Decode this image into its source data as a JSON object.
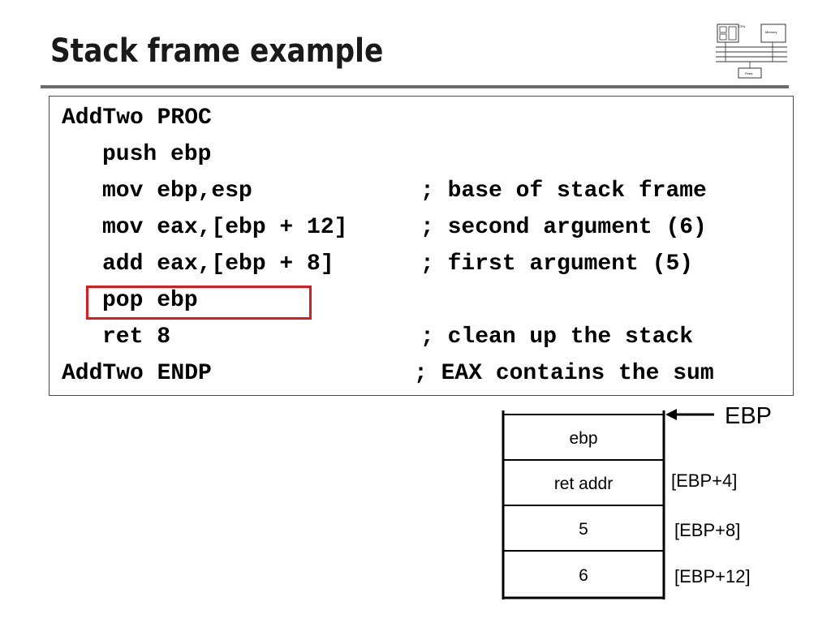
{
  "slide": {
    "title": "Stack frame example"
  },
  "code": {
    "lines": [
      {
        "text": "AddTwo PROC",
        "comment": ""
      },
      {
        "text": "push ebp",
        "comment": ""
      },
      {
        "text": "mov ebp,esp",
        "comment": "; base of stack frame"
      },
      {
        "text": "mov eax,[ebp + 12]",
        "comment": "; second argument (6)"
      },
      {
        "text": "add eax,[ebp + 8]",
        "comment": "; first argument (5)"
      },
      {
        "text": "pop ebp",
        "comment": ""
      },
      {
        "text": "ret 8",
        "comment": "; clean up the stack"
      },
      {
        "text": "AddTwo ENDP",
        "comment": "; EAX contains the sum"
      }
    ],
    "highlighted_line": "pop ebp",
    "highlight_color": "#e0191c"
  },
  "stack": {
    "pointer_label": "EBP",
    "cells": [
      {
        "value": "ebp",
        "offset": ""
      },
      {
        "value": "ret addr",
        "offset": "[EBP+4]"
      },
      {
        "value": "5",
        "offset": "[EBP+8]"
      },
      {
        "value": "6",
        "offset": "[EBP+12]"
      }
    ]
  },
  "logo": {
    "labels": [
      "CPU",
      "Memory",
      "Ports"
    ]
  }
}
